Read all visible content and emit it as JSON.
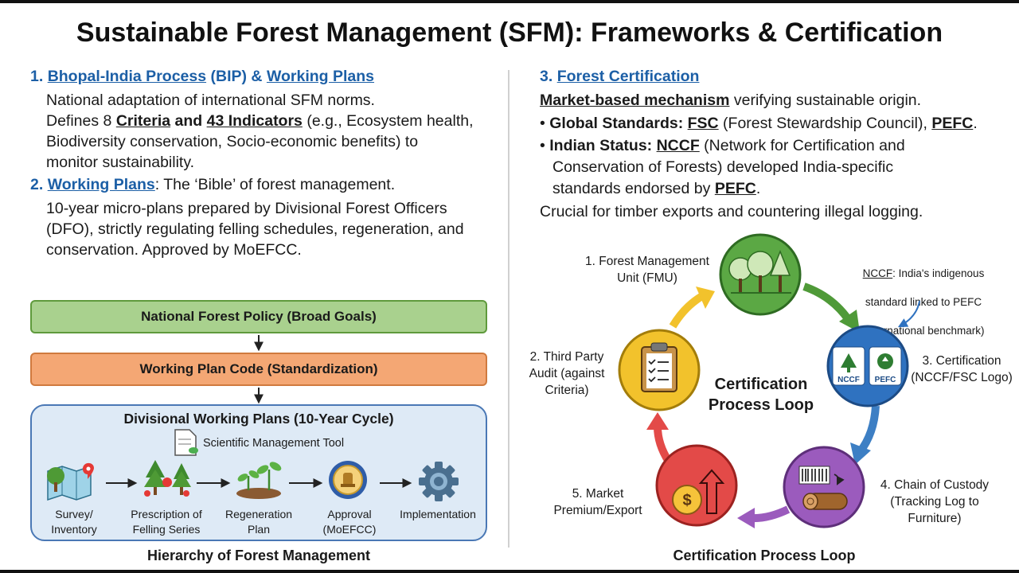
{
  "title": "Sustainable Forest Management (SFM): Frameworks & Certification",
  "left": {
    "s1": {
      "num": "1.",
      "bip": "Bhopal-India Process",
      "bip_abbr": "(BIP)",
      "amp": "&",
      "wp": "Working Plans",
      "line1": "National adaptation of international SFM norms.",
      "line2_pre": "Defines 8 ",
      "criteria": "Criteria",
      "line2_and": " and ",
      "indicators": "43 Indicators",
      "line2_post": " (e.g., Ecosystem health,",
      "line3": "Biodiversity conservation, Socio-economic benefits) to",
      "line4": "monitor sustainability."
    },
    "s2": {
      "num": "2.",
      "wp": "Working Plans",
      "colon_rest": ": The ‘Bible’ of forest management.",
      "line1": "10-year micro-plans prepared by Divisional Forest Officers",
      "line2": "(DFO), strictly regulating felling schedules, regeneration, and",
      "line3": "conservation. Approved by MoEFCC."
    },
    "hierarchy": {
      "level1": "National Forest Policy (Broad Goals)",
      "level2": "Working Plan Code (Standardization)",
      "level3": "Divisional Working Plans (10-Year Cycle)",
      "tool": "Scientific Management Tool",
      "steps": [
        {
          "label": "Survey/\nInventory",
          "icon": "map-trees-icon"
        },
        {
          "label": "Prescription of\nFelling Series",
          "icon": "marked-trees-icon"
        },
        {
          "label": "Regeneration\nPlan",
          "icon": "seedlings-icon"
        },
        {
          "label": "Approval\n(MoEFCC)",
          "icon": "emblem-seal-icon"
        },
        {
          "label": "Implementation",
          "icon": "gear-icon"
        }
      ],
      "caption": "Hierarchy of Forest Management"
    }
  },
  "right": {
    "s3": {
      "num": "3.",
      "heading": "Forest Certification",
      "mech": "Market-based mechanism",
      "mech_rest": " verifying sustainable origin.",
      "gs_label": "Global Standards:",
      "fsc": "FSC",
      "gs_rest": " (Forest Stewardship Council), ",
      "pefc": "PEFC",
      "dot": ".",
      "is_label": "Indian Status:",
      "nccf": "NCCF",
      "is_rest1": " (Network for Certification and",
      "is_line2": "Conservation of Forests) developed India-specific",
      "is_line3_pre": "standards endorsed by ",
      "pefc2": "PEFC",
      "dot2": ".",
      "closing": "Crucial for timber exports and countering illegal logging."
    },
    "loop": {
      "center": "Certification\nProcess Loop",
      "note_nccf": "NCCF",
      "note_rest": ": India's indigenous",
      "note_line2": "standard linked to PEFC",
      "note_line3": "(international benchmark)",
      "steps": [
        {
          "label": "1. Forest Management\nUnit (FMU)",
          "icon": "forest-trees-icon",
          "color": "#5ba844"
        },
        {
          "label": "3. Certification\n(NCCF/FSC Logo)",
          "icon": "certification-logos-icon",
          "color": "#2f72c0"
        },
        {
          "label": "4. Chain of Custody\n(Tracking Log to\nFurniture)",
          "icon": "barcode-log-icon",
          "color": "#9b5bbd"
        },
        {
          "label": "5. Market\nPremium/Export",
          "icon": "dollar-growth-icon",
          "color": "#e34a48"
        },
        {
          "label": "2. Third Party\nAudit (against\nCriteria)",
          "icon": "clipboard-checklist-icon",
          "color": "#f2c22c"
        }
      ],
      "logo_nccf": "NCCF",
      "logo_pefc": "PEFC",
      "caption": "Certification Process Loop"
    }
  },
  "colors": {
    "heading_blue": "#1c5fa6",
    "policy_green": "#a9d18e",
    "code_orange": "#f4a774",
    "panel_blue": "#deeaf6"
  }
}
